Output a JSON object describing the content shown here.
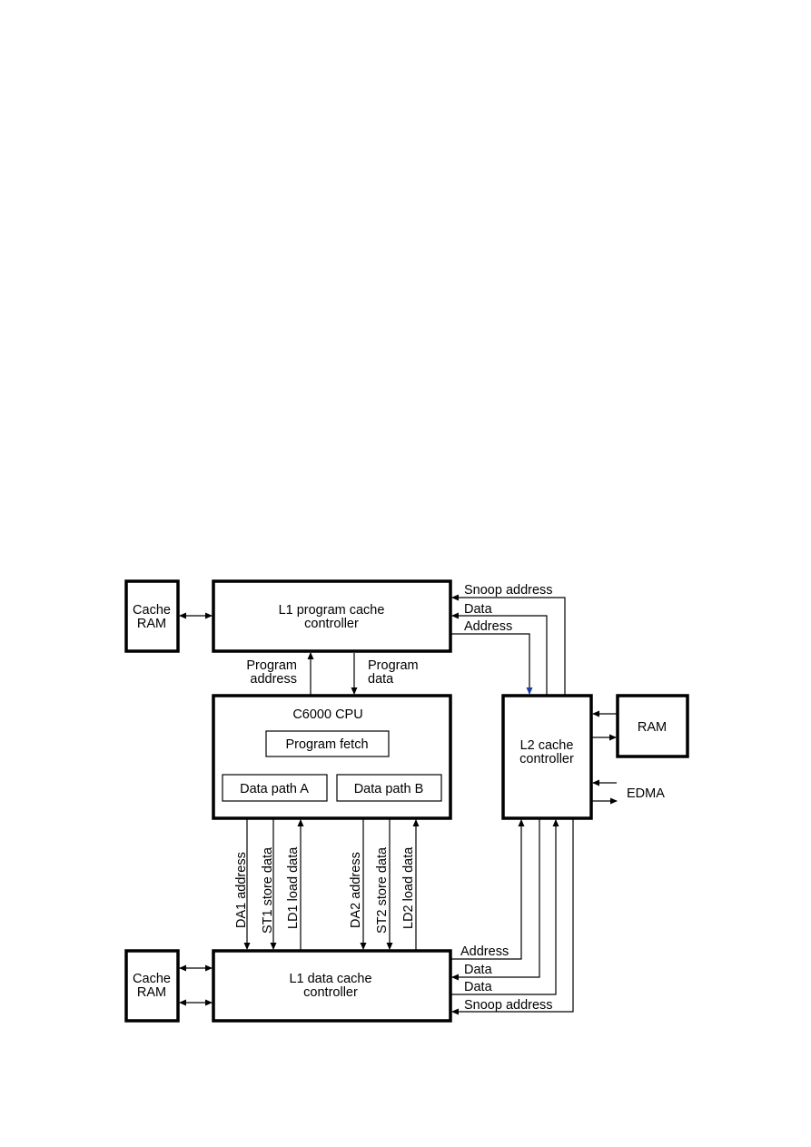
{
  "diagram": {
    "blocks": {
      "cache_ram_top": [
        "Cache",
        "RAM"
      ],
      "l1p": [
        "L1 program cache",
        "controller"
      ],
      "cpu": "C6000 CPU",
      "program_fetch": "Program fetch",
      "data_path_a": "Data path A",
      "data_path_b": "Data path B",
      "l2": [
        "L2 cache",
        "controller"
      ],
      "ram": "RAM",
      "cache_ram_bottom": [
        "Cache",
        "RAM"
      ],
      "l1d": [
        "L1 data cache",
        "controller"
      ]
    },
    "signals": {
      "program_address": [
        "Program",
        "address"
      ],
      "program_data": [
        "Program",
        "data"
      ],
      "l1p_snoop_address": "Snoop address",
      "l1p_data": "Data",
      "l1p_address": "Address",
      "edma": "EDMA",
      "da1_address": "DA1 address",
      "st1_store_data": "ST1 store data",
      "ld1_load_data": "LD1 load data",
      "da2_address": "DA2 address",
      "st2_store_data": "ST2 store data",
      "ld2_load_data": "LD2 load data",
      "l1d_address": "Address",
      "l1d_data_1": "Data",
      "l1d_data_2": "Data",
      "l1d_snoop_address": "Snoop address"
    },
    "colors": {
      "line": "#000000",
      "background": "#ffffff",
      "accent_arrow": "#1a3fa0"
    }
  }
}
